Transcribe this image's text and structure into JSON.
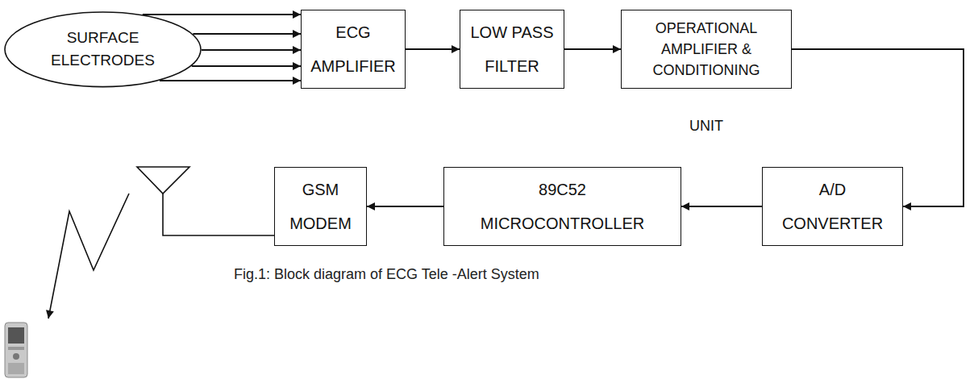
{
  "diagram": {
    "caption": "Fig.1: Block diagram of ECG Tele -Alert System",
    "nodes": [
      {
        "text": [
          "SURFACE ELECTRODES"
        ]
      },
      {
        "text": [
          "ECG AMPLIFIER"
        ]
      },
      {
        "text": [
          "LOW PASS FILTER"
        ]
      },
      {
        "text": [
          "OPERATIONAL AMPLIFIER & CONDITIONING",
          "UNIT"
        ]
      },
      {
        "text": [
          "A/D CONVERTER"
        ]
      },
      {
        "text": [
          "89C52 MICROCONTROLLER"
        ]
      },
      {
        "text": [
          "GSM MODEM"
        ]
      }
    ],
    "edges": [
      {
        "from": 0,
        "to": 1,
        "arrow": "to"
      },
      {
        "from": 0,
        "to": 1,
        "arrow": "to"
      },
      {
        "from": 0,
        "to": 1,
        "arrow": "to"
      },
      {
        "from": 0,
        "to": 1,
        "arrow": "to"
      },
      {
        "from": 0,
        "to": 1,
        "arrow": "to"
      },
      {
        "from": 1,
        "to": 2,
        "arrow": "to"
      },
      {
        "from": 2,
        "to": 3,
        "arrow": "to"
      },
      {
        "from": 3,
        "to": 4,
        "arrow": "to"
      },
      {
        "from": 4,
        "to": 5,
        "arrow": "to"
      },
      {
        "from": 5,
        "to": 6,
        "arrow": "to"
      }
    ]
  }
}
